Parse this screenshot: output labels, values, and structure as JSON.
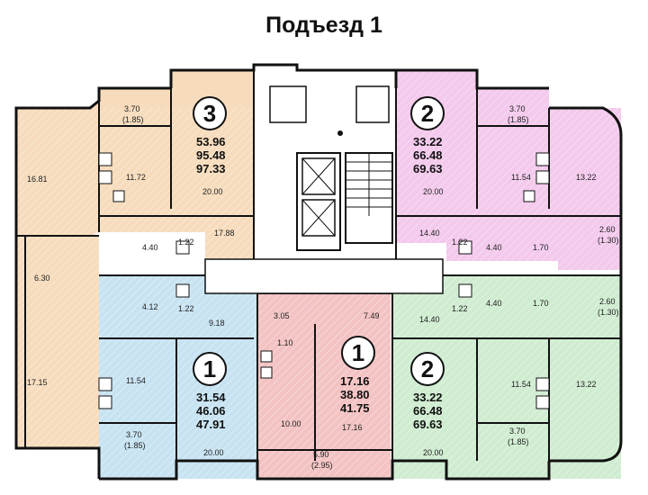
{
  "title": "Подъезд 1",
  "colors": {
    "orange": "#f6dcbc",
    "pink_flat": "#f3c9ec",
    "green_flat": "#cfecd0",
    "blue_flat": "#c7e3f2",
    "red_flat": "#f3c2c2",
    "wall": "#111111"
  },
  "apartments": [
    {
      "id": "apt3",
      "rooms": "3",
      "areas": [
        "53.96",
        "95.48",
        "97.33"
      ]
    },
    {
      "id": "apt2_top",
      "rooms": "2",
      "areas": [
        "33.22",
        "66.48",
        "69.63"
      ]
    },
    {
      "id": "apt1_left",
      "rooms": "1",
      "areas": [
        "31.54",
        "46.06",
        "47.91"
      ]
    },
    {
      "id": "apt1_center",
      "rooms": "1",
      "areas": [
        "17.16",
        "38.80",
        "41.75"
      ]
    },
    {
      "id": "apt2_bottom",
      "rooms": "2",
      "areas": [
        "33.22",
        "66.48",
        "69.63"
      ]
    }
  ],
  "room_labels": {
    "r_16_81": "16.81",
    "r_6_30": "6.30",
    "r_17_15": "17.15",
    "r_3_70_a": "3.70",
    "r_1_85_a": "(1.85)",
    "r_11_72": "11.72",
    "r_20_00_a": "20.00",
    "r_17_88": "17.88",
    "r_4_40_a": "4.40",
    "r_1_22_a": "1.22",
    "r_4_12": "4.12",
    "r_1_22_b": "1.22",
    "r_9_18": "9.18",
    "r_11_54_a": "11.54",
    "r_3_70_b": "3.70",
    "r_1_85_b": "(1.85)",
    "r_20_00_b": "20.00",
    "r_3_05": "3.05",
    "r_1_10": "1.10",
    "r_7_49": "7.49",
    "r_10_00": "10.00",
    "r_17_16": "17.16",
    "r_5_90": "5.90",
    "r_2_95": "(2.95)",
    "r_3_70_c": "3.70",
    "r_1_85_c": "(1.85)",
    "r_20_00_c": "20.00",
    "r_11_54_b": "11.54",
    "r_13_22_a": "13.22",
    "r_14_40_a": "14.40",
    "r_1_22_c": "1.22",
    "r_4_40_b": "4.40",
    "r_1_70_a": "1.70",
    "r_2_60_a": "2.60",
    "r_1_30_a": "(1.30)",
    "r_14_40_b": "14.40",
    "r_1_22_d": "1.22",
    "r_4_40_c": "4.40",
    "r_1_70_b": "1.70",
    "r_2_60_b": "2.60",
    "r_1_30_b": "(1.30)",
    "r_11_54_c": "11.54",
    "r_13_22_b": "13.22",
    "r_3_70_d": "3.70",
    "r_1_85_d": "(1.85)",
    "r_20_00_d": "20.00"
  }
}
